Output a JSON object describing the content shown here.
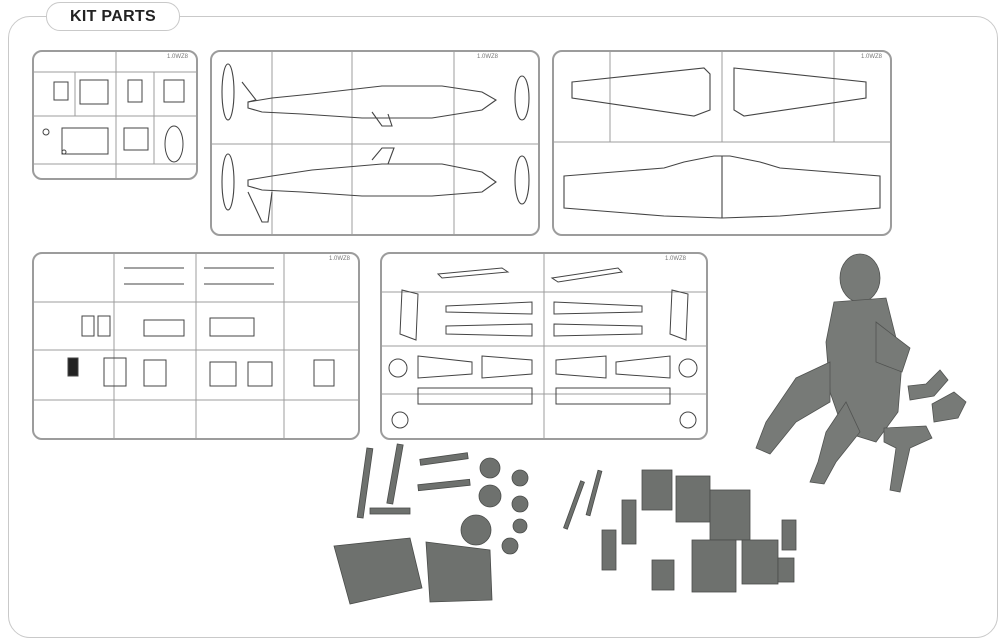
{
  "header": {
    "title": "KIT PARTS"
  },
  "sprues": [
    {
      "code": "1.0WZ8"
    },
    {
      "code": "1.0WZ8"
    },
    {
      "code": "1.0WZ8"
    },
    {
      "code": "1.0WZ8"
    },
    {
      "code": "1.0WZ8"
    }
  ],
  "colors": {
    "frame_border": "#c9c9c9",
    "sprue_line": "#9c9c9c",
    "resin_gray": "#6e716e"
  }
}
